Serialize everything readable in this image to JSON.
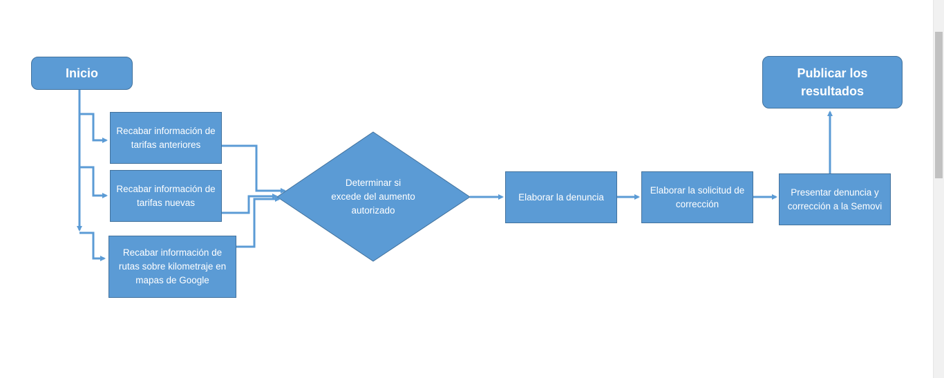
{
  "diagram": {
    "nodes": {
      "inicio": "Inicio",
      "tarifas_anteriores": "Recabar información de tarifas anteriores",
      "tarifas_nuevas": "Recabar información de tarifas nuevas",
      "rutas_google": "Recabar información de rutas sobre kilometraje en mapas de Google",
      "determinar": "Determinar si excede del aumento autorizado",
      "elaborar_denuncia": "Elaborar la denuncia",
      "elaborar_solicitud": "Elaborar la solicitud de corrección",
      "presentar": "Presentar denuncia y corrección a la Semovi",
      "publicar": "Publicar los resultados"
    },
    "colors": {
      "fill": "#5b9bd5",
      "stroke": "#41719c",
      "connector": "#5b9bd5",
      "text": "#ffffff"
    }
  }
}
